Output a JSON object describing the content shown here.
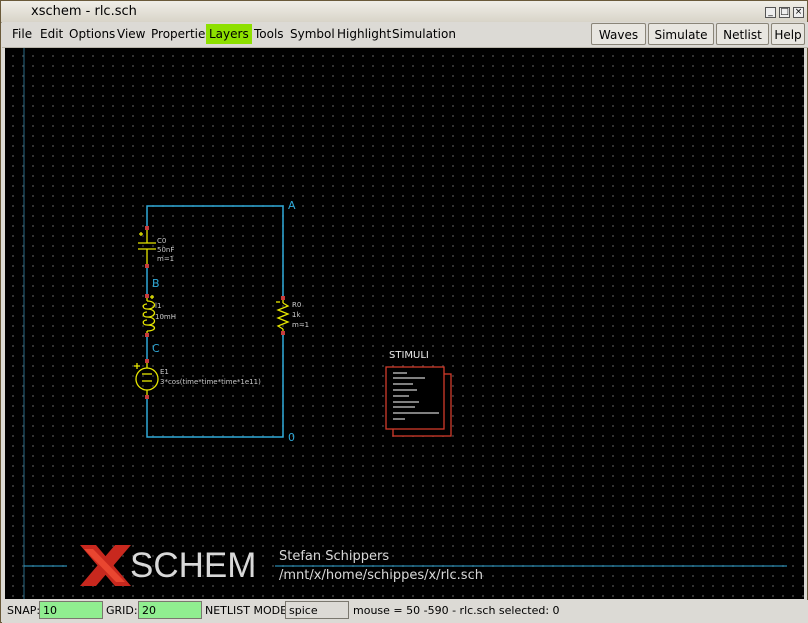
{
  "window": {
    "title": "xschem - rlc.sch"
  },
  "menu": {
    "items": [
      "File",
      "Edit",
      "Options",
      "View",
      "Properties",
      "Layers",
      "Tools",
      "Symbol",
      "Highlight",
      "Simulation"
    ],
    "active": "Layers"
  },
  "toolbar": {
    "waves_label": "Waves",
    "simulate_label": "Simulate",
    "netlist_label": "Netlist",
    "help_label": "Help"
  },
  "schematic": {
    "nets": {
      "a": "A",
      "b": "B",
      "c": "C",
      "zero": "0"
    },
    "c0": {
      "name": "C0",
      "value": "50nF",
      "mult": "m=1"
    },
    "l1": {
      "name": "l1",
      "value": "10mH"
    },
    "r0": {
      "name": "R0",
      "value": "1k",
      "mult": "m=1"
    },
    "e1": {
      "name": "E1",
      "expr": "3*cos(time*time*time*1e11)"
    },
    "stimuli_label": "STIMULI",
    "logo_schem": "SCHEM",
    "author": "Stefan Schippers",
    "path": "/mnt/x/home/schippes/x/rlc.sch"
  },
  "status": {
    "snap_label": "SNAP:",
    "snap_value": "10",
    "grid_label": "GRID:",
    "grid_value": "20",
    "netlist_mode_label": "NETLIST MODE:",
    "netlist_mode_value": "spice",
    "mouse_info": "mouse = 50 -590 - rlc.sch  selected: 0"
  },
  "colors": {
    "wire": "#2fa9d8",
    "component": "#e6e600",
    "pin": "#c83c3c",
    "menu_active": "#8ee000",
    "field_green": "#90ee90",
    "logo_red": "#c8281e"
  }
}
